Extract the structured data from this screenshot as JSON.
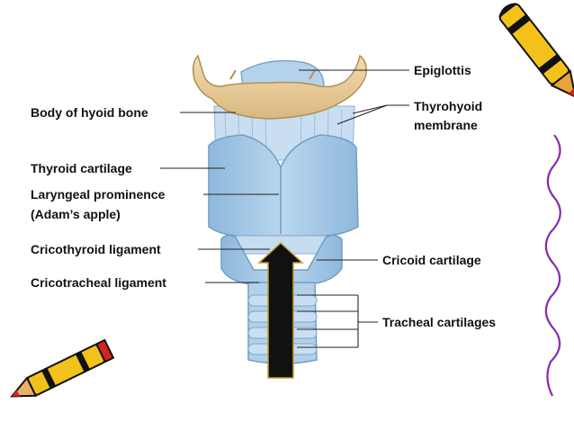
{
  "diagram": {
    "labels": {
      "hyoid": "Body of hyoid bone",
      "thyroid": "Thyroid cartilage",
      "prominence_line1": "Laryngeal prominence",
      "prominence_line2": "(Adam’s apple)",
      "cricothyroid": "Cricothyroid ligament",
      "cricotracheal": "Cricotracheal ligament",
      "epiglottis": "Epiglottis",
      "thyrohyoid_line1": "Thyrohyoid",
      "thyrohyoid_line2": "membrane",
      "cricoid": "Cricoid cartilage",
      "tracheal": "Tracheal cartilages"
    }
  },
  "colors": {
    "cartilage": "#a9cbe6",
    "cartilage_dark": "#6f9fc6",
    "bone": "#e8cfa0",
    "bone_dark": "#b08f58",
    "arrow": "#111111",
    "arrow_outline": "#c9a227",
    "crayon_yellow": "#f2c21b",
    "crayon_red": "#d0261d",
    "squiggle": "#8a2ab0"
  },
  "icons": [
    "crayon-icon",
    "pencil-icon"
  ]
}
